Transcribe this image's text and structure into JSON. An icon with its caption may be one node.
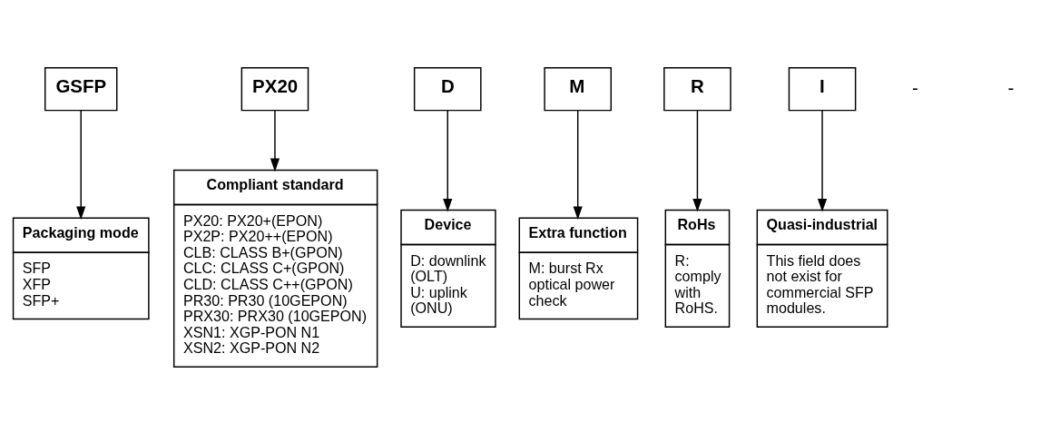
{
  "diagram": {
    "nodes": [
      {
        "text": [
          "GSFP"
        ]
      },
      {
        "text": [
          "PX20"
        ]
      },
      {
        "text": [
          "D"
        ]
      },
      {
        "text": [
          "M"
        ]
      },
      {
        "text": [
          "R"
        ]
      },
      {
        "text": [
          "I"
        ]
      },
      {
        "text": [
          "Packaging mode",
          "SFP",
          "XFP",
          "SFP+"
        ]
      },
      {
        "text": [
          "Compliant standard",
          "PX20: PX20+(EPON)",
          "PX2P: PX20++(EPON)",
          "CLB: CLASS B+(GPON)",
          "CLC: CLASS C+(GPON)",
          "CLD: CLASS C++(GPON)",
          "PR30: PR30 (10GEPON)",
          "PRX30: PRX30 (10GEPON)",
          "XSN1: XGP-PON N1",
          "XSN2: XGP-PON N2"
        ]
      },
      {
        "text": [
          "Device",
          "D: downlink (OLT)",
          "U: uplink (ONU)"
        ]
      },
      {
        "text": [
          "Extra function",
          "M: burst Rx optical power check"
        ]
      },
      {
        "text": [
          "RoHs",
          "R: comply with RoHS."
        ]
      },
      {
        "text": [
          "Quasi-industrial",
          "This field does not exist for commercial SFP modules."
        ]
      }
    ],
    "edges": [
      {
        "from": 0,
        "to": 6,
        "arrow": "to"
      },
      {
        "from": 1,
        "to": 7,
        "arrow": "to"
      },
      {
        "from": 2,
        "to": 8,
        "arrow": "to"
      },
      {
        "from": 3,
        "to": 9,
        "arrow": "to"
      },
      {
        "from": 4,
        "to": 10,
        "arrow": "to"
      },
      {
        "from": 5,
        "to": 11,
        "arrow": "to"
      }
    ],
    "labels": [
      "-",
      "-"
    ]
  }
}
